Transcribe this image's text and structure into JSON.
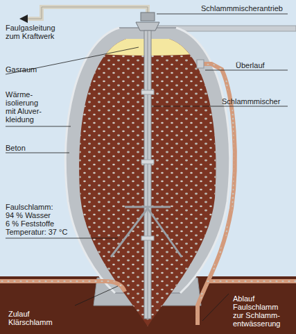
{
  "diagram": {
    "labels": [
      "Schlammmischerantrieb",
      "Faulgasleitung zum Kraftwerk",
      "Gasraum",
      "Überlauf",
      "Wärme- isolierung mit Aluver- kleidung",
      "Schlammmischer",
      "Beton",
      "Faulschlamm:",
      "94 % Wasser",
      "6 % Feststoffe",
      "Temperatur: 37 °C",
      "Zulauf Klärschlamm",
      "Ablauf Faulschlamm zur Schlamm- entwässerung"
    ]
  }
}
